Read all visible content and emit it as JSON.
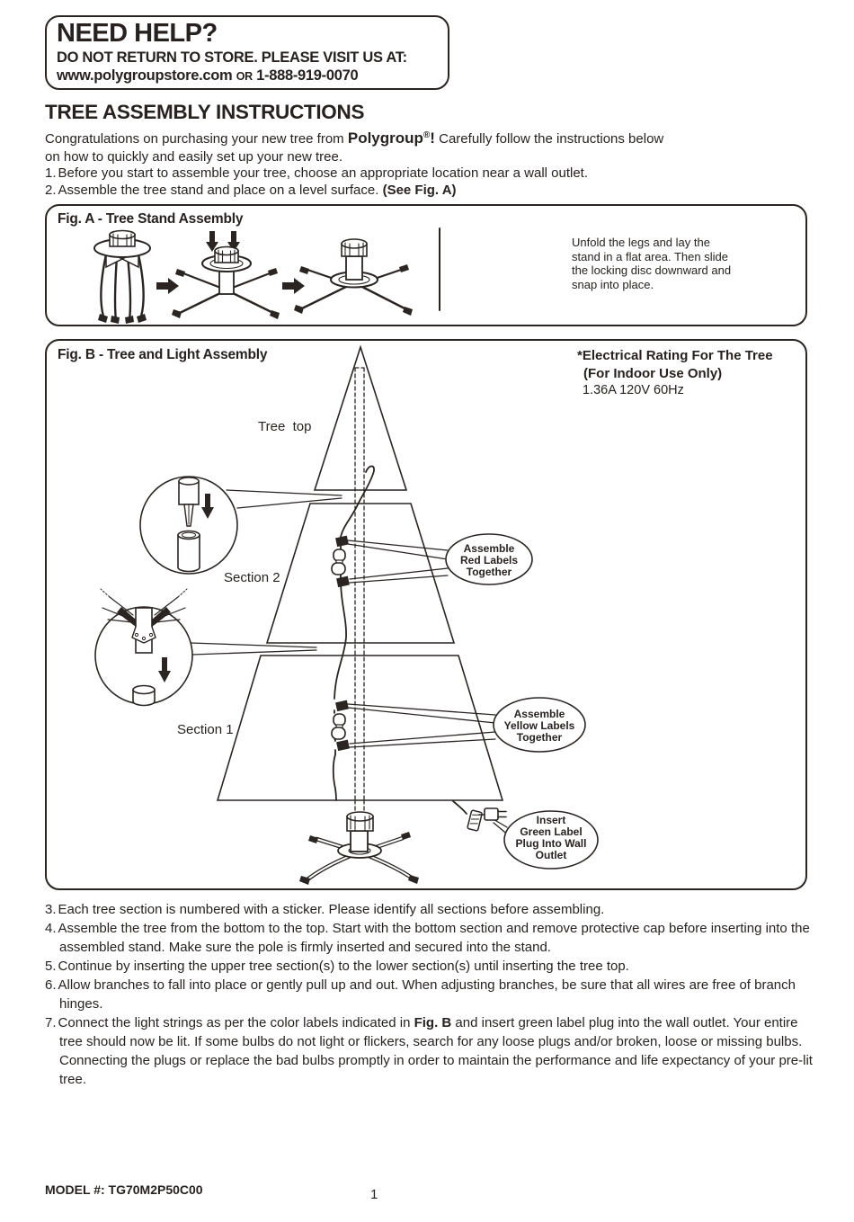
{
  "help_box": {
    "title": "NEED HELP?",
    "subtitle": "DO NOT RETURN TO STORE. PLEASE VISIT US AT:",
    "website": "www.polygroupstore.com",
    "or": "OR",
    "phone": "1-888-919-0070"
  },
  "main": {
    "title": "TREE ASSEMBLY INSTRUCTIONS",
    "intro_pre": "Congratulations on purchasing your new tree from ",
    "intro_brand": "Polygroup",
    "intro_sup": "®",
    "intro_bang": "!",
    "intro_post": " Carefully follow the instructions below on how to quickly and easily set up your new tree."
  },
  "steps_top": [
    {
      "num": "1.",
      "text": "Before you start to assemble your tree, choose an appropriate location near a wall outlet."
    },
    {
      "num": "2.",
      "text": "Assemble the tree stand and place on a level surface. ",
      "bold": "(See Fig. A)"
    }
  ],
  "steps_bottom": [
    {
      "num": "3.",
      "text": "Each tree section is numbered with a sticker. Please identify all sections before assembling."
    },
    {
      "num": "4.",
      "text": "Assemble the tree from the bottom to the top. Start with the bottom section and remove protective cap before inserting into the assembled stand. Make sure the pole is firmly inserted and secured into the stand."
    },
    {
      "num": "5.",
      "text": "Continue by inserting the upper tree section(s) to the lower section(s) until inserting the tree top."
    },
    {
      "num": "6.",
      "text": "Allow branches to fall into place or gently pull up and out. When adjusting branches, be sure that all wires are free of branch hinges."
    },
    {
      "num": "7.",
      "text": "Connect the light strings as per the color labels indicated in ",
      "bold": "Fig. B",
      "text_after": " and insert green label plug into the wall outlet. Your entire tree should now be lit. If some bulbs do not light or flickers, search for any loose plugs and/or broken, loose or missing bulbs. Connecting the plugs or replace the bad bulbs promptly in order to maintain the performance and life expectancy of your pre-lit tree."
    }
  ],
  "fig_a": {
    "title": "Fig. A - Tree Stand Assembly",
    "caption": [
      "Unfold the legs and lay the",
      "stand in a flat area. Then slide",
      "the locking disc downward and",
      "snap into place."
    ]
  },
  "fig_b": {
    "title": "Fig. B - Tree and Light Assembly",
    "electrical": [
      "*Electrical Rating For The Tree",
      "(For Indoor Use Only)",
      "1.36A 120V 60Hz"
    ],
    "tree_top": "Tree  top",
    "section_2": "Section 2",
    "section_1": "Section 1",
    "callout_red": [
      "Assemble",
      "Red Labels",
      "Together"
    ],
    "callout_yellow": [
      "Assemble",
      "Yellow Labels",
      "Together"
    ],
    "callout_green": [
      "Insert",
      "Green Label",
      "Plug Into Wall",
      "Outlet"
    ]
  },
  "footer": {
    "model": "MODEL #: TG70M2P50C00",
    "page": "1"
  },
  "colors": {
    "ink": "#272220"
  }
}
